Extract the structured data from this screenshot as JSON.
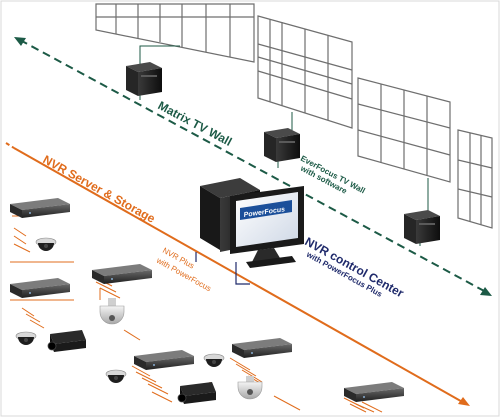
{
  "labels": {
    "matrix_tv_wall": "Matrix TV Wall",
    "everfocus_line1": "EverFocus TV Wall",
    "everfocus_line2": "with software",
    "nvr_server_storage": "NVR Server & Storage",
    "nvr_plus_line1": "NVR Plus",
    "nvr_plus_line2": "with PowerFocus",
    "nvr_control_center": "NVR control Center",
    "control_center_sub": "with PowerFocus Plus",
    "monitor_logo": "PowerFocus"
  },
  "colors": {
    "matrix_line": "#1c5a46",
    "nvr_line": "#e06c1c",
    "control_line": "#1f2a6b",
    "wall_grid": "#6f6f6f"
  },
  "icons": [
    "tv-wall-panel",
    "pc-tower",
    "nvr-recorder",
    "dome-camera",
    "speed-dome-camera",
    "box-camera",
    "workstation-monitor"
  ]
}
